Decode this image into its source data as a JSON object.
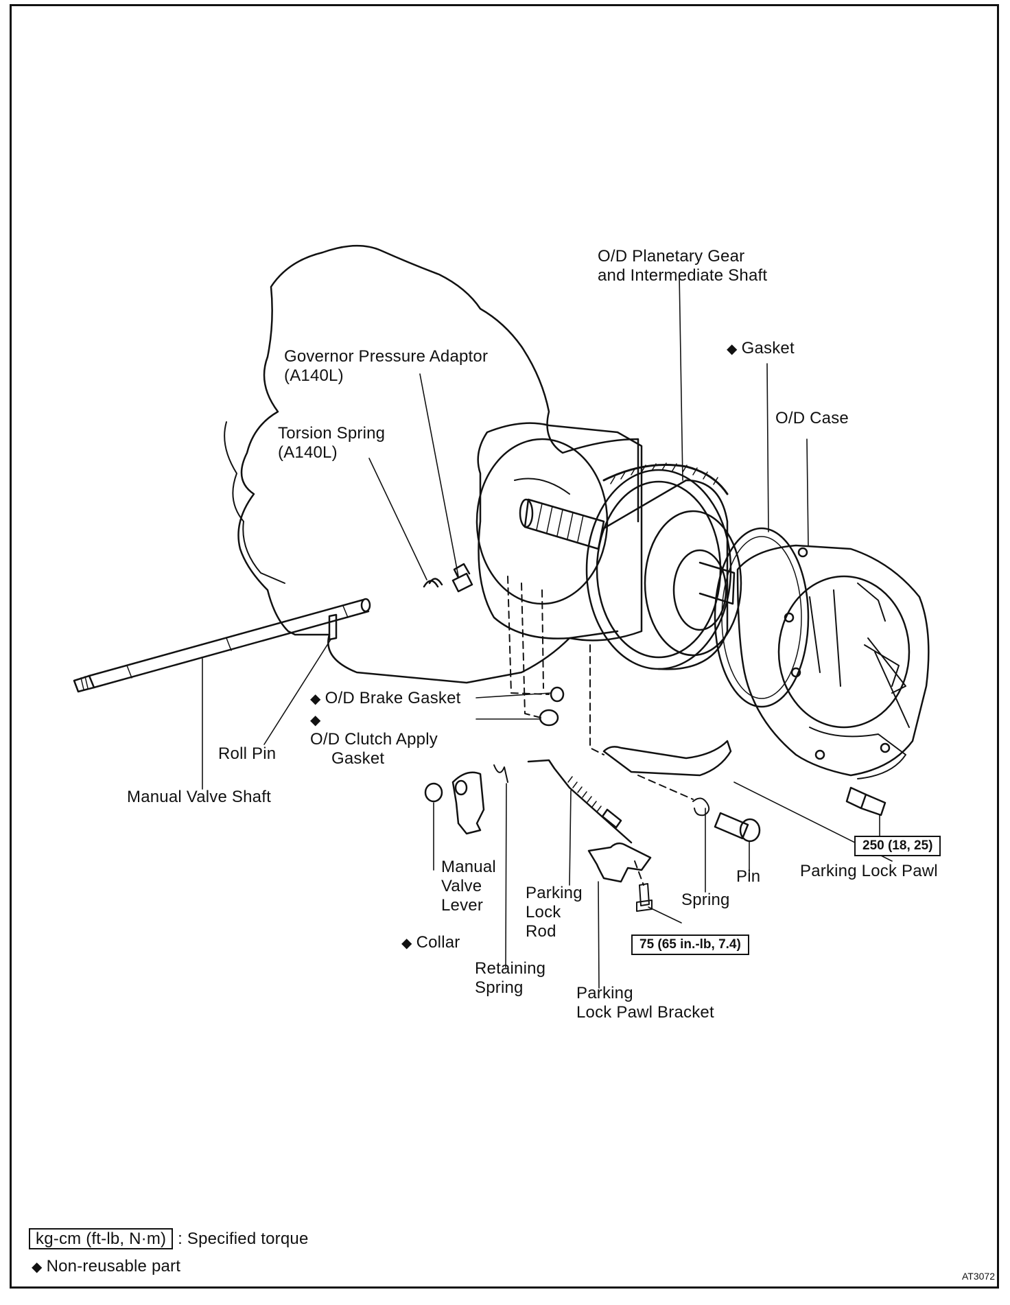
{
  "labels": {
    "od_planetary": [
      "O/D Planetary Gear",
      "and Intermediate Shaft"
    ],
    "gasket": "Gasket",
    "governor": [
      "Governor Pressure Adaptor",
      "(A140L)"
    ],
    "od_case": "O/D Case",
    "torsion": [
      "Torsion Spring",
      "(A140L)"
    ],
    "od_brake_gasket": "O/D Brake Gasket",
    "od_clutch_apply": [
      "O/D Clutch Apply",
      "Gasket"
    ],
    "roll_pin": "Roll Pin",
    "manual_valve_shaft": "Manual Valve Shaft",
    "manual_valve_lever": [
      "Manual",
      "Valve",
      "Lever"
    ],
    "collar": "Collar",
    "retaining_spring": [
      "Retaining",
      "Spring"
    ],
    "parking_lock_rod": [
      "Parking",
      "Lock",
      "Rod"
    ],
    "parking_lock_pawl_bracket": [
      "Parking",
      "Lock Pawl Bracket"
    ],
    "spring": "Spring",
    "pin": "Pin",
    "parking_lock_pawl": "Parking Lock Pawl"
  },
  "torque": {
    "case_bolt": "250 (18, 25)",
    "bracket_bolt": "75 (65 in.-lb, 7.4)"
  },
  "legend": {
    "torque_unit": "kg-cm (ft-lb, N·m)",
    "torque_text": ": Specified torque",
    "nonreusable_text": "Non-reusable part"
  },
  "figure_id": "AT3072",
  "nonreusable_symbol": "◆"
}
